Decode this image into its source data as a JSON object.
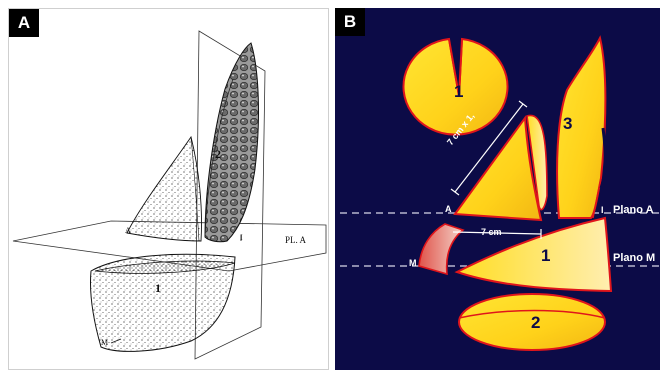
{
  "figure": {
    "panel_a": {
      "tag": "A",
      "labels": {
        "piece_2": "2",
        "piece_1": "1",
        "point_a": "A",
        "point_i": "I",
        "plane": "PL. A",
        "point_m": "M"
      }
    },
    "panel_b": {
      "tag": "B",
      "labels": {
        "piece_1_top": "1",
        "piece_3": "3",
        "piece_1": "1",
        "piece_2": "2",
        "measure_long": "7 cm x 1,",
        "measure_short": "7 cm",
        "point_a": "A",
        "point_i": "I",
        "point_m": "M",
        "plano_a": "Plano A",
        "plano_m": "Plano M"
      }
    },
    "colors": {
      "navy_background": "#0c0b47",
      "piece_yellow": "#ffe033",
      "piece_outline": "#e0151b",
      "tube_pink": "#d96f68"
    }
  }
}
